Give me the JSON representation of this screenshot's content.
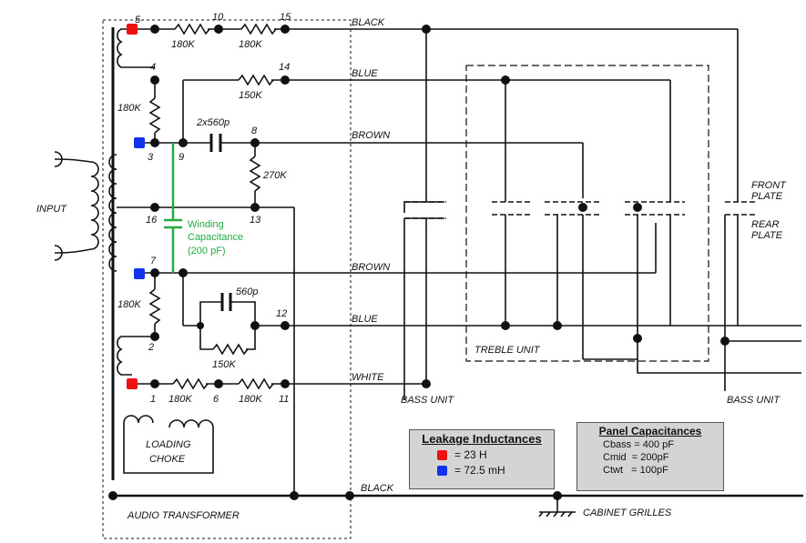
{
  "colors": {
    "red_marker": "#ee1111",
    "blue_marker": "#1133ee",
    "green": "#22aa44",
    "ink": "#111111",
    "box_bg": "#d4d4d4"
  },
  "labels": {
    "input": "INPUT",
    "loading_choke": [
      "LOADING",
      "CHOKE"
    ],
    "audio_transformer": "AUDIO TRANSFORMER",
    "treble_unit": "TREBLE UNIT",
    "bass_unit_left": "BASS UNIT",
    "bass_unit_right": "BASS UNIT",
    "front_plate": [
      "FRONT",
      "PLATE"
    ],
    "rear_plate": [
      "REAR",
      "PLATE"
    ],
    "cabinet_grilles": "CABINET GRILLES"
  },
  "wires": {
    "black_top": "BLACK",
    "blue_top": "BLUE",
    "brown_top": "BROWN",
    "brown_bottom": "BROWN",
    "blue_bottom": "BLUE",
    "white": "WHITE",
    "black_bottom": "BLACK"
  },
  "nodes": {
    "n5": "5",
    "n10": "10",
    "n15": "15",
    "n4": "4",
    "n14": "14",
    "n3": "3",
    "n9": "9",
    "n8": "8",
    "n16": "16",
    "n13": "13",
    "n7": "7",
    "n12": "12",
    "n2": "2",
    "n1": "1",
    "n6": "6",
    "n11": "11"
  },
  "components": {
    "r_5_10": "180K",
    "r_10_15": "180K",
    "r_4_14": "150K",
    "r_4_3": "180K",
    "c_9_8": "2x560p",
    "r_8_13": "270K",
    "r_7_2": "180K",
    "c_par": "560p",
    "r_par": "150K",
    "r_1_6": "180K",
    "r_6_11": "180K"
  },
  "winding_cap": [
    "Winding",
    "Capacitance",
    "(200 pF)"
  ],
  "leakage": {
    "title": "Leakage Inductances",
    "red_value": "= 23 H",
    "blue_value": "= 72.5 mH"
  },
  "panel": {
    "title": "Panel Capacitances",
    "rows": [
      "Cbass = 400 pF",
      "Cmid  = 200pF",
      "Ctwt   = 100pF"
    ]
  }
}
